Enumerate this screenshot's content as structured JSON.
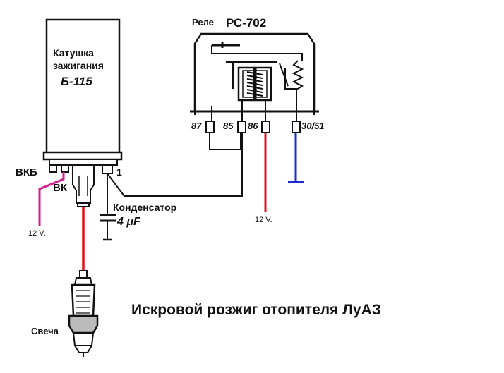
{
  "title": "Искровой розжиг отопителя ЛуАЗ",
  "coil": {
    "label_line1": "Катушка",
    "label_line2": "зажигания",
    "model": "Б-115",
    "terminal_vkb": "ВКБ",
    "terminal_vk": "ВК",
    "terminal_1": "1"
  },
  "relay": {
    "label": "Реле",
    "model": "РС-702",
    "pins": [
      "87",
      "85",
      "86",
      "30/51"
    ]
  },
  "capacitor": {
    "label": "Конденсатор",
    "value": "4 μF"
  },
  "supply_left": "12 V.",
  "supply_relay": "12 V.",
  "spark_plug": "Свеча",
  "colors": {
    "wire_black": "#111111",
    "wire_red": "#e0101a",
    "wire_blue": "#1a2bd0",
    "wire_magenta": "#d1208c"
  }
}
